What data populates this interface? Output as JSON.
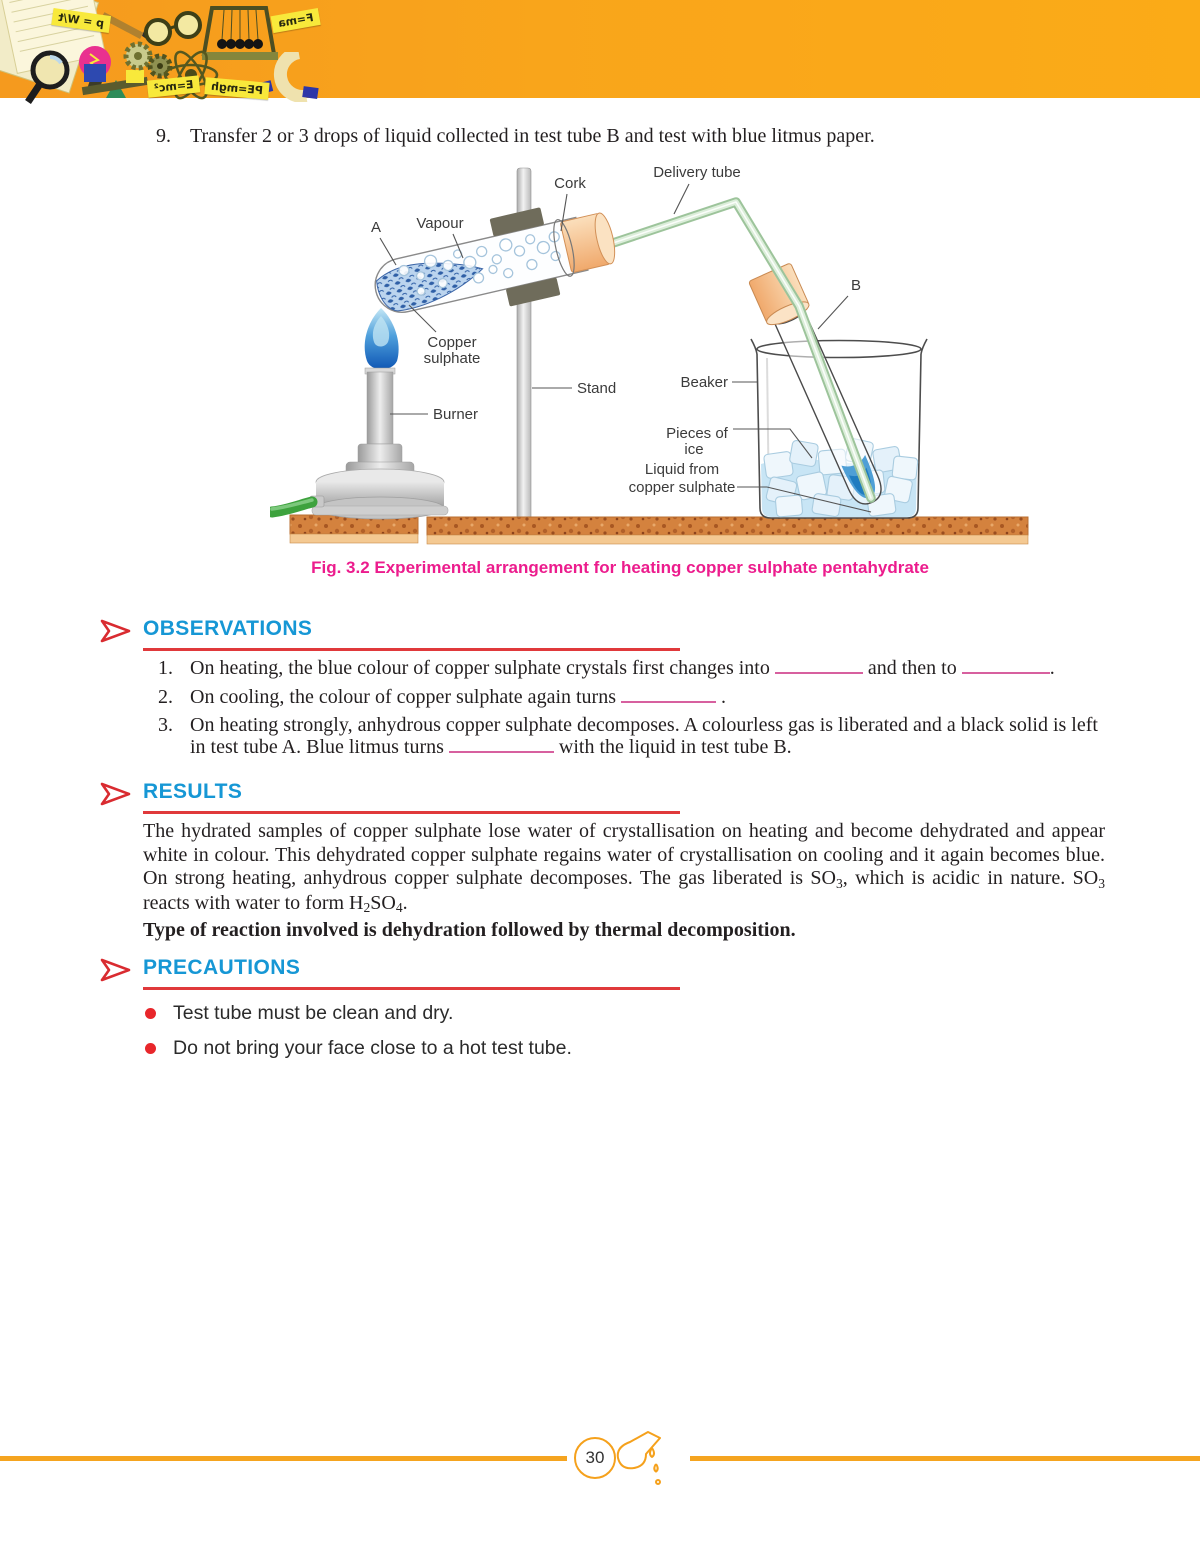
{
  "banner": {
    "formula_notes": [
      "p = W/t",
      "F=ma",
      "E=mc²",
      "PE=mgh"
    ]
  },
  "step": {
    "number": "9.",
    "text": "Transfer 2 or 3 drops of liquid collected in test tube B and test with blue litmus paper."
  },
  "figure": {
    "caption": "Fig. 3.2 Experimental arrangement for heating copper sulphate pentahydrate",
    "labels": {
      "a": "A",
      "vapour": "Vapour",
      "cork": "Cork",
      "delivery_tube": "Delivery tube",
      "copper_sulphate_1": "Copper",
      "copper_sulphate_2": "sulphate",
      "burner": "Burner",
      "stand": "Stand",
      "beaker": "Beaker",
      "pieces_of_ice_1": "Pieces of",
      "pieces_of_ice_2": "ice",
      "liquid_1": "Liquid from",
      "liquid_2": "copper sulphate",
      "b": "B"
    }
  },
  "observations": {
    "title": "OBSERVATIONS",
    "items": [
      {
        "num": "1.",
        "s1": "On heating, the blue colour of copper sulphate crystals first changes into",
        "s2": "and then to",
        "s3": "."
      },
      {
        "num": "2.",
        "s1": "On cooling, the colour of copper sulphate again turns",
        "s3": "."
      },
      {
        "num": "3.",
        "s1": "On heating strongly, anhydrous copper sulphate decomposes. A colourless gas is liberated and a black solid is left in test tube A. Blue litmus turns",
        "s2": "with the liquid in test tube B."
      }
    ]
  },
  "results": {
    "title": "RESULTS",
    "segments": [
      "The hydrated samples of copper sulphate lose water of crystallisation on heating and become dehydrated and appear white in colour. This dehydrated copper sulphate regains water of crystallisation on cooling and it again becomes blue. On strong heating, anhydrous copper sulphate decomposes. The gas liberated is SO",
      "3",
      ", which is acidic in nature. SO",
      "3",
      " reacts with water to form H",
      "2",
      "SO",
      "4",
      "."
    ],
    "bold_line": "Type of reaction involved is dehydration followed by thermal decomposition."
  },
  "precautions": {
    "title": "PRECAUTIONS",
    "items": [
      "Test tube must be clean and dry.",
      "Do not bring your face close to a hot test tube."
    ]
  },
  "footer": {
    "page_number": "30"
  },
  "colors": {
    "banner_orange": "#F9A51B",
    "heading_blue": "#1697D5",
    "rule_red": "#E0393B",
    "caption_magenta": "#EC1C8D",
    "blank_pink": "#D7609F",
    "footer_orange": "#F5A41F"
  }
}
